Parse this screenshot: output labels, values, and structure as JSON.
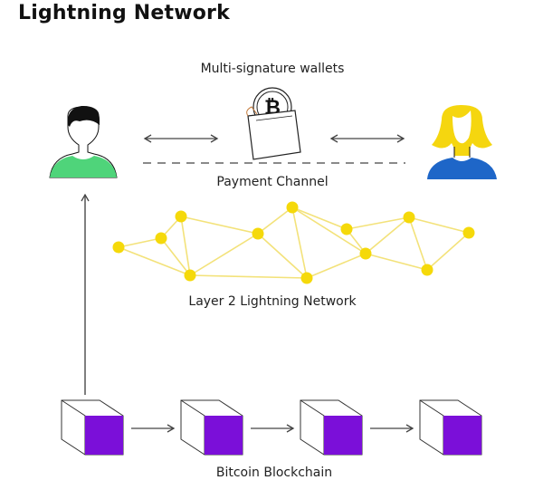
{
  "title": "Lightning Network",
  "labels": {
    "multisig": "Multi-signature wallets",
    "payment_channel": "Payment Channel",
    "layer2": "Layer 2 Lightning Network",
    "blockchain": "Bitcoin Blockchain"
  },
  "colors": {
    "node_yellow": "#f5d90a",
    "edge_yellow": "#f3e27a",
    "block_purple": "#7b0fd9",
    "person_left_shirt": "#4fd47a",
    "person_right_shirt": "#1e66c8",
    "person_right_hair": "#f5d60f",
    "line_gray": "#444444"
  },
  "network": {
    "nodes": [
      "A",
      "B",
      "C",
      "D",
      "E",
      "F",
      "G",
      "H",
      "I",
      "J",
      "K",
      "L"
    ],
    "edges": [
      [
        "A",
        "B"
      ],
      [
        "A",
        "D"
      ],
      [
        "B",
        "C"
      ],
      [
        "B",
        "D"
      ],
      [
        "C",
        "D"
      ],
      [
        "C",
        "E"
      ],
      [
        "D",
        "E"
      ],
      [
        "D",
        "G"
      ],
      [
        "E",
        "F"
      ],
      [
        "E",
        "G"
      ],
      [
        "F",
        "G"
      ],
      [
        "F",
        "H"
      ],
      [
        "F",
        "I"
      ],
      [
        "H",
        "I"
      ],
      [
        "H",
        "J"
      ],
      [
        "I",
        "J"
      ],
      [
        "I",
        "K"
      ],
      [
        "G",
        "I"
      ],
      [
        "J",
        "K"
      ],
      [
        "J",
        "L"
      ],
      [
        "K",
        "L"
      ]
    ]
  },
  "blocks": {
    "count": 4
  }
}
